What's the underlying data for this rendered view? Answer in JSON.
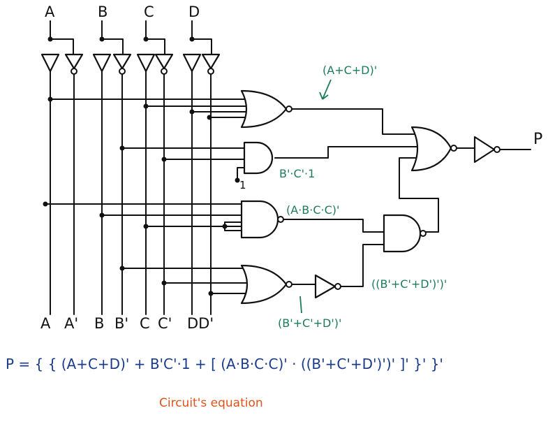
{
  "inputs": {
    "a": "A",
    "b": "B",
    "c": "C",
    "d": "D"
  },
  "bottom_labels": {
    "a": "A",
    "a_not": "A'",
    "b": "B",
    "b_not": "B'",
    "c": "C",
    "c_not": "C'",
    "dd_not": "DD'"
  },
  "output_label": "P",
  "constant_one": "1",
  "annotations": {
    "nor_top": "(A+C+D)'",
    "and_top": "B'·C'·1",
    "nand_mid": "(A·B·C·C)'",
    "nor_bot_out": "((B'+C'+D')')'",
    "nor_bot": "(B'+C'+D')'"
  },
  "equation": "P = { { (A+C+D)' + B'C'·1 + [ (A·B·C·C)' · ((B'+C'+D')')' ]' }' }'",
  "caption": "Circuit's equation",
  "colors": {
    "ink": "#111111",
    "annotation": "#1d7a5c",
    "equation": "#1a3a8c",
    "caption": "#e0521a"
  }
}
